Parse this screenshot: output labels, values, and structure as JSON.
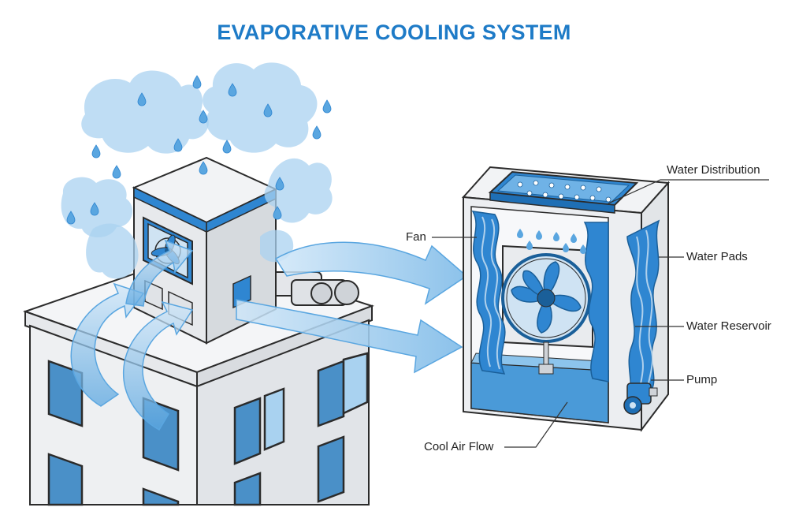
{
  "title": "EVAPORATIVE COOLING SYSTEM",
  "labels": {
    "water_distribution": "Water Distribution",
    "fan": "Fan",
    "water_pads": "Water Pads",
    "water_reservoir": "Water Reservoir",
    "pump": "Pump",
    "cool_air_flow": "Cool Air Flow"
  },
  "colors": {
    "title": "#1e7bc7",
    "accent_blue": "#2f86d1",
    "light_blue": "#a9d2f0",
    "outline": "#2b2b2b",
    "wall": "#f0f1f3"
  }
}
